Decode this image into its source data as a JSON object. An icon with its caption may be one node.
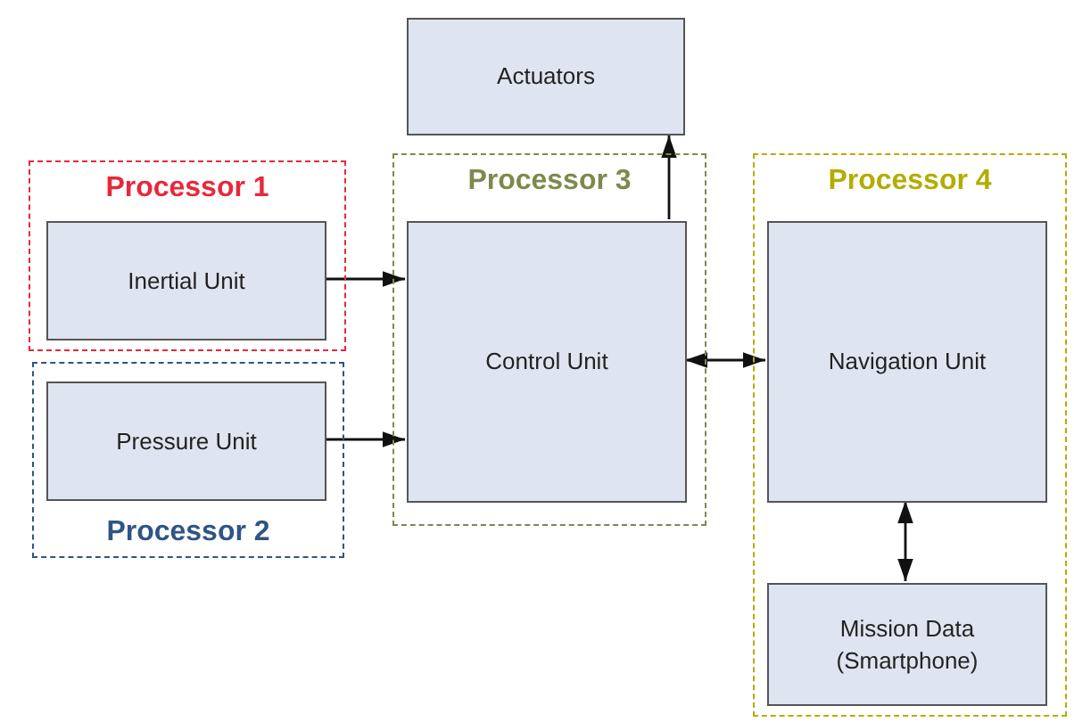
{
  "diagram": {
    "nodes": [
      {
        "text": [
          "Actuators"
        ]
      },
      {
        "text": [
          "Processor 1"
        ]
      },
      {
        "text": [
          "Inertial Unit"
        ],
        "in": 1
      },
      {
        "text": [
          "Processor 2"
        ]
      },
      {
        "text": [
          "Pressure Unit"
        ],
        "in": 3
      },
      {
        "text": [
          "Processor 3"
        ]
      },
      {
        "text": [
          "Control Unit"
        ],
        "in": 5
      },
      {
        "text": [
          "Processor 4"
        ]
      },
      {
        "text": [
          "Navigation Unit"
        ],
        "in": 7
      },
      {
        "text": [
          "Mission Data (Smartphone)"
        ],
        "in": 7
      }
    ],
    "edges": [
      {
        "from": 2,
        "to": 6,
        "arrow": "to"
      },
      {
        "from": 4,
        "to": 6,
        "arrow": "to"
      },
      {
        "from": 6,
        "to": 0,
        "arrow": "to"
      },
      {
        "from": 6,
        "to": 8,
        "arrow": "both"
      },
      {
        "from": 8,
        "to": 9,
        "arrow": "both"
      }
    ]
  }
}
